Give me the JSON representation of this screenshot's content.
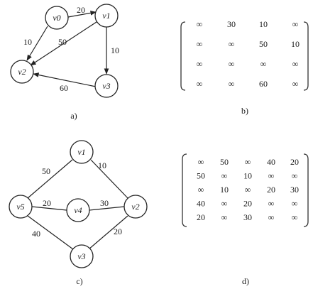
{
  "graph_a": {
    "nodes": [
      "v0",
      "v1",
      "v2",
      "v3"
    ],
    "edge_weights": [
      "20",
      "10",
      "50",
      "10",
      "60"
    ],
    "caption": "a)"
  },
  "matrix_b": {
    "rows": [
      [
        "∞",
        "30",
        "10",
        "∞"
      ],
      [
        "∞",
        "∞",
        "50",
        "10"
      ],
      [
        "∞",
        "∞",
        "∞",
        "∞"
      ],
      [
        "∞",
        "∞",
        "60",
        "∞"
      ]
    ],
    "caption": "b)"
  },
  "graph_c": {
    "nodes": [
      "v1",
      "v2",
      "v3",
      "v4",
      "v5"
    ],
    "edge_weights": [
      "50",
      "10",
      "20",
      "30",
      "40",
      "20"
    ],
    "caption": "c)"
  },
  "matrix_d": {
    "rows": [
      [
        "∞",
        "50",
        "∞",
        "40",
        "20"
      ],
      [
        "50",
        "∞",
        "10",
        "∞",
        "∞"
      ],
      [
        "∞",
        "10",
        "∞",
        "20",
        "30"
      ],
      [
        "40",
        "∞",
        "20",
        "∞",
        "∞"
      ],
      [
        "20",
        "∞",
        "30",
        "∞",
        "∞"
      ]
    ],
    "caption": "d)"
  }
}
